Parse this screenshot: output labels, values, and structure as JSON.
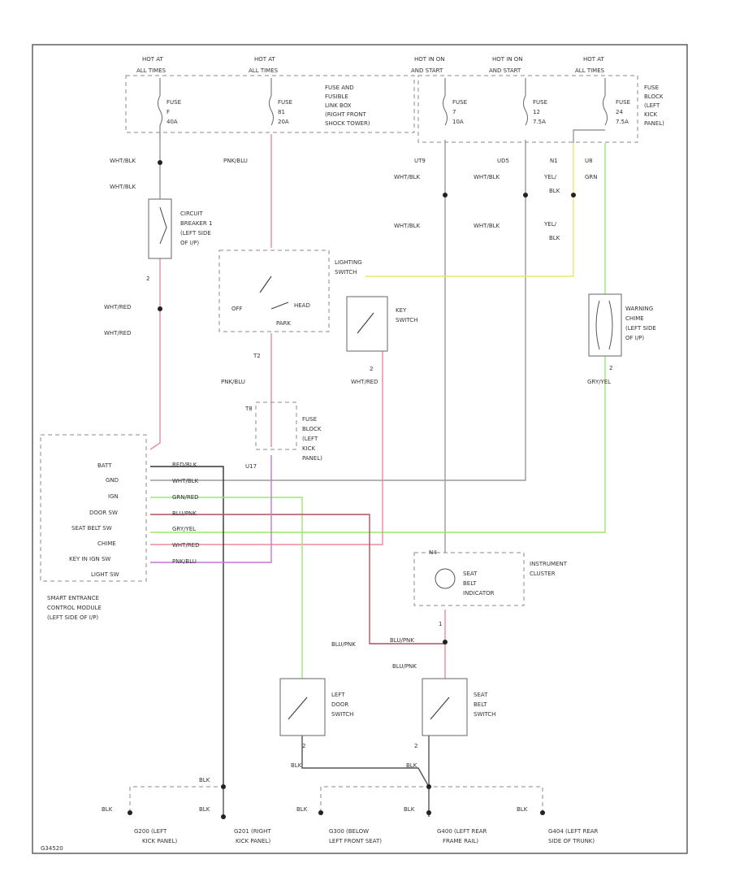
{
  "fuse_headers": {
    "f1": [
      "HOT AT",
      "ALL TIMES"
    ],
    "f2": [
      "HOT AT",
      "ALL TIMES"
    ],
    "f3": [
      "HOT IN ON",
      "AND START"
    ],
    "f4": [
      "HOT IN ON",
      "AND START"
    ],
    "f5": [
      "HOT AT",
      "ALL TIMES"
    ]
  },
  "fuses": {
    "f1": [
      "FUSE",
      "F",
      "40A"
    ],
    "f2": [
      "FUSE",
      "81",
      "20A"
    ],
    "f3": [
      "FUSE",
      "7",
      "10A"
    ],
    "f4": [
      "FUSE",
      "12",
      "7.5A"
    ],
    "f5": [
      "FUSE",
      "24",
      "7.5A"
    ]
  },
  "fuse_box_label": [
    "FUSE AND",
    "FUSIBLE",
    "LINK BOX",
    "(RIGHT FRONT",
    "SHOCK TOWER)"
  ],
  "fuse_block_label": [
    "FUSE",
    "BLOCK",
    "(LEFT",
    "KICK",
    "PANEL)"
  ],
  "wire_labels": {
    "wht_blk_1": "WHT/BLK",
    "wht_blk_2": "WHT/BLK",
    "pnk_blu_1": "PNK/BLU",
    "wht_blk_3": "WHT/BLK",
    "wht_blk_4": "WHT/BLK",
    "wht_blk_5": "WHT/BLK",
    "wht_blk_6": "WHT/BLK",
    "yel_blk_1a": "YEL/",
    "yel_blk_1b": "BLK",
    "yel_blk_2a": "YEL/",
    "yel_blk_2b": "BLK",
    "grn": "GRN",
    "wht_red_1": "WHT/RED",
    "wht_red_2": "WHT/RED",
    "wht_red_3": "WHT/RED",
    "pnk_blu_2": "PNK/BLU",
    "gry_yel": "GRY/YEL",
    "blu_pnk_1": "BLU/PNK",
    "blu_pnk_2": "BLU/PNK",
    "blu_pnk_3": "BLU/PNK",
    "blk_1": "BLK",
    "blk_2": "BLK"
  },
  "connector_labels": {
    "c_ut9": "UT9",
    "c_ud5": "UD5",
    "c_n1": "N1",
    "c_u8": "U8",
    "c_t2": "T2",
    "c_t8": "T8",
    "c_u7": "U17",
    "c_n4": "N4",
    "pin_2a": "2",
    "pin_2b": "2",
    "pin_2c": "2",
    "pin_1": "1",
    "pin_2d": "2",
    "pin_2e": "2"
  },
  "components": {
    "circuit_breaker": [
      "CIRCUIT",
      "BREAKER 1",
      "(LEFT SIDE",
      "OF I/P)"
    ],
    "lighting_switch": [
      "LIGHTING",
      "SWITCH"
    ],
    "lighting_switch_positions": [
      "OFF",
      "HEAD",
      "PARK"
    ],
    "key_switch": [
      "KEY",
      "SWITCH"
    ],
    "warning_chime": [
      "WARNING",
      "CHIME",
      "(LEFT SIDE",
      "OF I/P)"
    ],
    "fuse_block_2": [
      "FUSE",
      "BLOCK",
      "(LEFT",
      "KICK",
      "PANEL)"
    ],
    "instrument_cluster": [
      "INSTRUMENT",
      "CLUSTER"
    ],
    "seat_belt_indicator": [
      "SEAT",
      "BELT",
      "INDICATOR"
    ],
    "left_door_switch": [
      "LEFT",
      "DOOR",
      "SWITCH"
    ],
    "seat_belt_switch": [
      "SEAT",
      "BELT",
      "SWITCH"
    ]
  },
  "module": {
    "pins": [
      "BATT",
      "GND",
      "IGN",
      "DOOR SW",
      "SEAT BELT SW",
      "CHIME",
      "KEY IN IGN SW",
      "LIGHT SW"
    ],
    "wire_colors": [
      "RED/BLK",
      "WHT/BLK",
      "GRN/RED",
      "BLU/PNK",
      "GRY/YEL",
      "WHT/RED",
      "PNK/BLU",
      ""
    ],
    "label": [
      "SMART ENTRANCE",
      "CONTROL MODULE",
      "(LEFT SIDE OF I/P)"
    ]
  },
  "grounds": [
    [
      "G200 (LEFT",
      "KICK PANEL)"
    ],
    [
      "G201 (RIGHT",
      "KICK PANEL)"
    ],
    [
      "G300 (BELOW",
      "LEFT FRONT SEAT)"
    ],
    [
      "G400 (LEFT REAR",
      "FRAME RAIL)"
    ],
    [
      "G404 (LEFT REAR",
      "SIDE OF TRUNK)"
    ]
  ],
  "ground_blk_labels": [
    "BLK",
    "BLK",
    "BLK",
    "BLK",
    "BLK",
    "BLK"
  ],
  "footer_code": "G34520",
  "colors": {
    "pink": "#ee8a9a",
    "green": "#9be86b",
    "yellow": "#e8e86b",
    "gray": "#9a9a9a",
    "dark": "#333333",
    "purple": "#c079d0",
    "darkred": "#b05060"
  }
}
